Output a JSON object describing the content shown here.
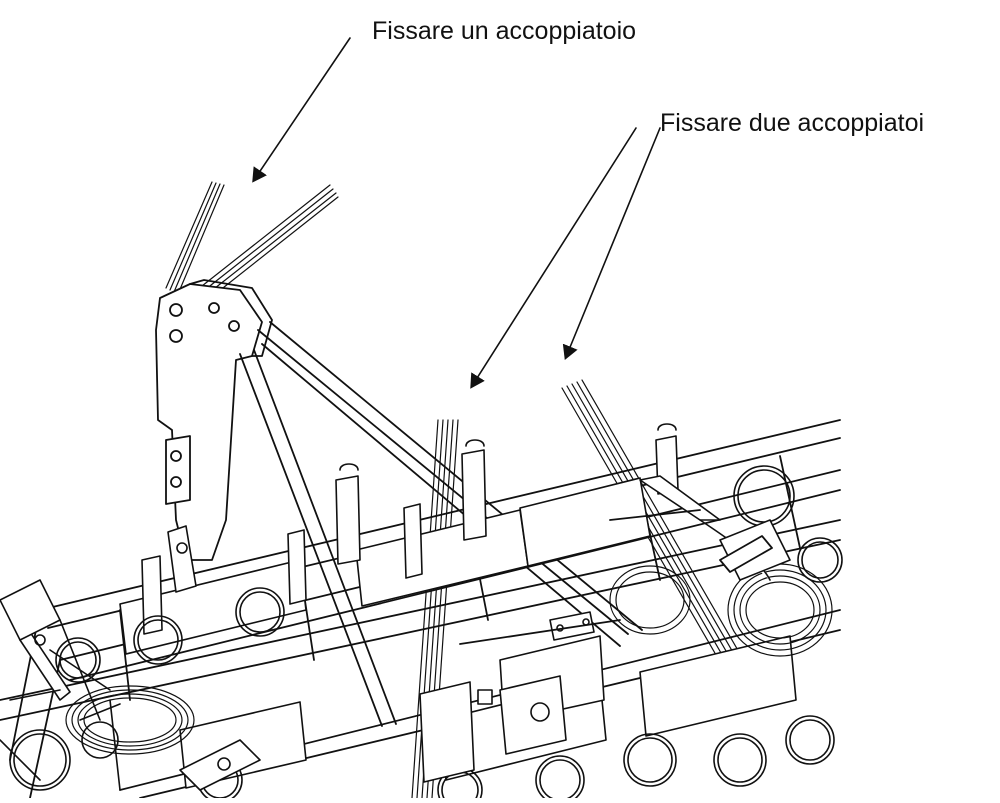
{
  "labels": {
    "one_coupler": "Fissare un accoppiatoio",
    "two_couplers": "Fissare due accoppiatoi"
  },
  "colors": {
    "background": "#ffffff",
    "ink": "#111111",
    "paper_fill": "#ffffff"
  },
  "diagram": {
    "subject": "agricultural-implement-frame",
    "arrow_count": 3
  }
}
